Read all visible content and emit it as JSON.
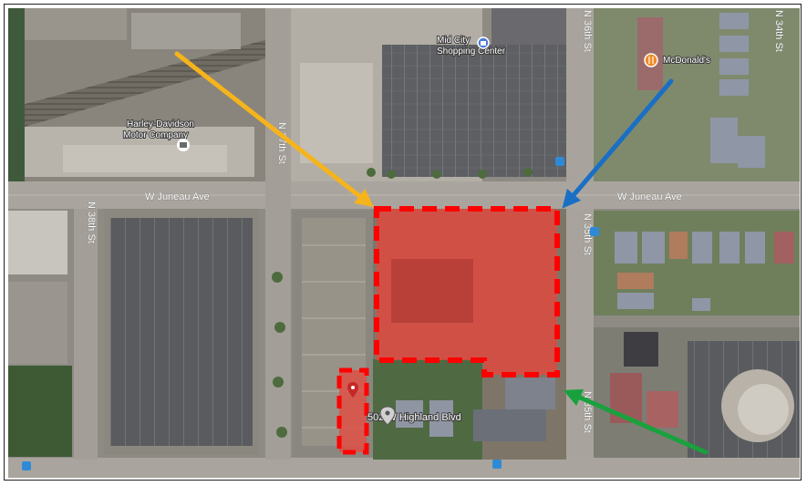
{
  "map": {
    "streets": {
      "juneau_west": "W Juneau Ave",
      "juneau_east": "W Juneau Ave",
      "n_36th_top": "N 36th St",
      "n_37th": "N 37th St",
      "n_38th": "N 38th St",
      "n_35th": "N 35th St",
      "n_35th_lower": "N 35th St",
      "n_34th": "N 34th St"
    },
    "pois": {
      "mid_city": "Mid City\nShopping Center",
      "harley": "Harley-Davidson\nMotor Company",
      "mcdonalds": "McDonald's",
      "address": "502 W Highland Blvd"
    },
    "icons": {
      "mid_city_marker": "shopping-bag-icon",
      "harley_marker": "factory-icon",
      "mcdonalds_marker": "fork-knife-icon",
      "address_marker": "location-pin-icon",
      "bus_stop": "bus-stop-icon"
    },
    "overlays": {
      "highlight_fill": "#e8453c",
      "highlight_border": "#ff0000",
      "arrow_orange": "#f6b41c",
      "arrow_blue": "#1a6fc4",
      "arrow_green": "#1aa13d"
    }
  }
}
